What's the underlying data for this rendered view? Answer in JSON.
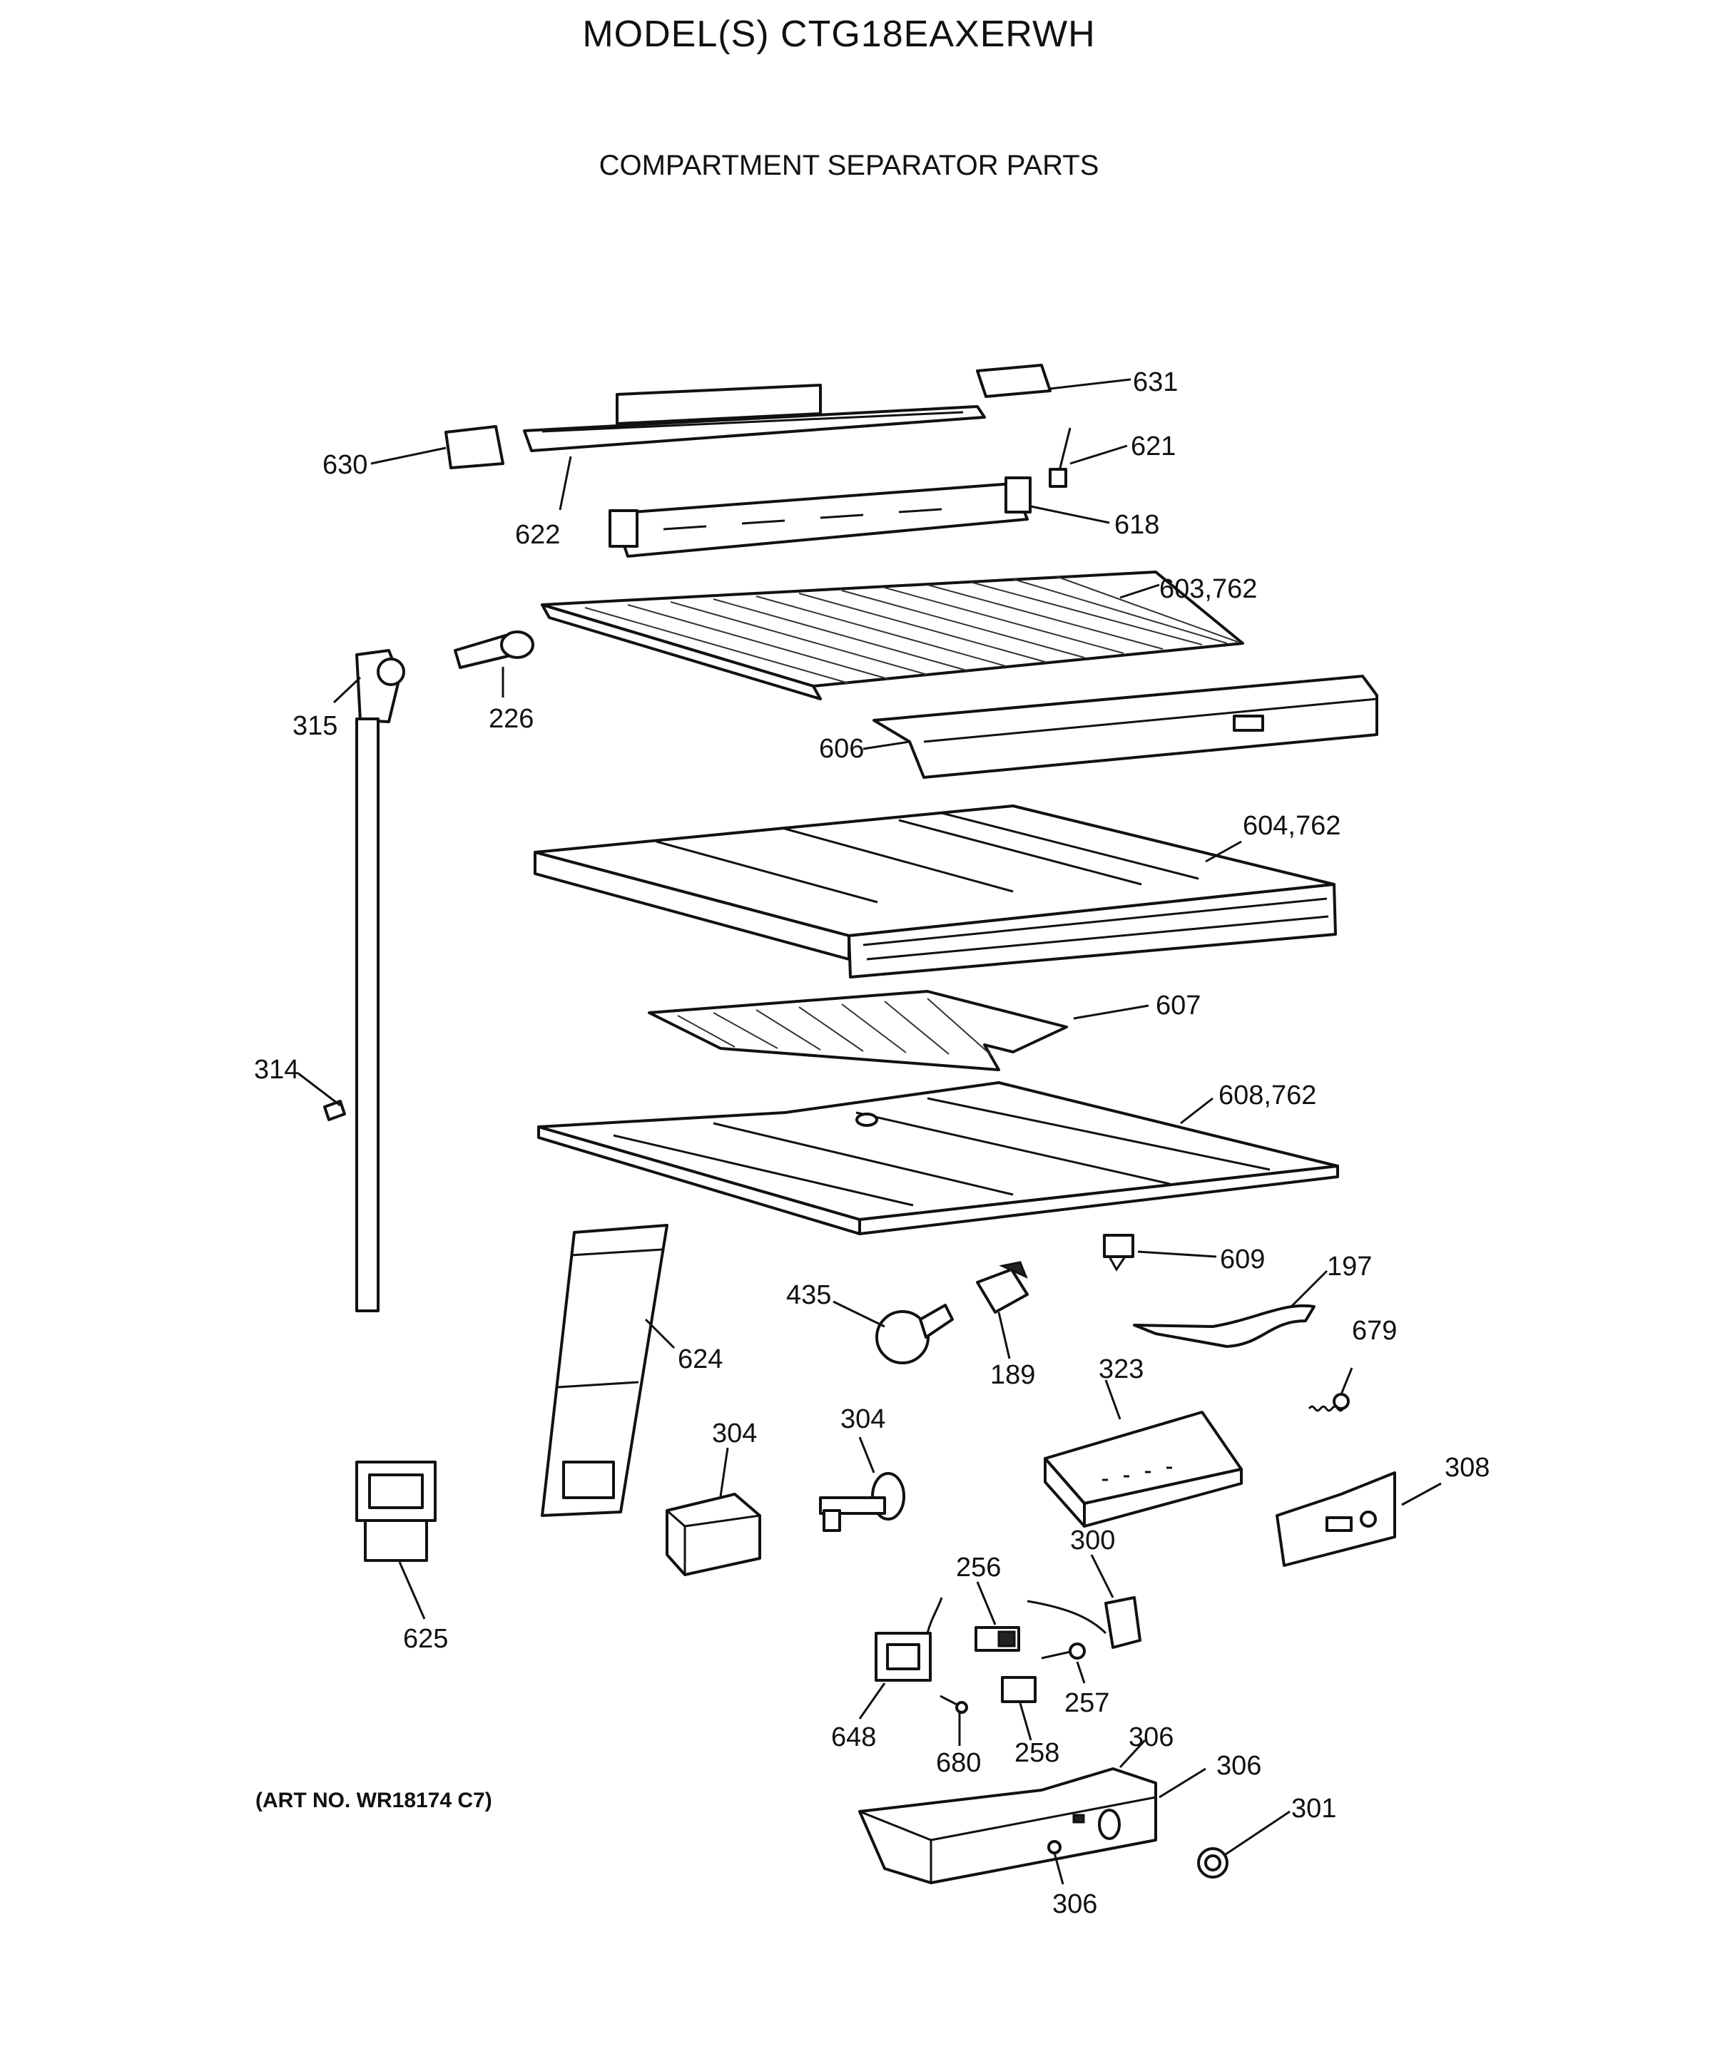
{
  "header": {
    "title": "MODEL(S) CTG18EAXERWH",
    "subtitle": "COMPARTMENT SEPARATOR PARTS"
  },
  "footer": {
    "art_number": "(ART NO. WR18174 C7)"
  },
  "callouts": [
    {
      "id": "c631",
      "label": "631"
    },
    {
      "id": "c621",
      "label": "621"
    },
    {
      "id": "c630",
      "label": "630"
    },
    {
      "id": "c622",
      "label": "622"
    },
    {
      "id": "c618",
      "label": "618"
    },
    {
      "id": "c603",
      "label": "603,762"
    },
    {
      "id": "c315",
      "label": "315"
    },
    {
      "id": "c226",
      "label": "226"
    },
    {
      "id": "c606",
      "label": "606"
    },
    {
      "id": "c604",
      "label": "604,762"
    },
    {
      "id": "c607",
      "label": "607"
    },
    {
      "id": "c314",
      "label": "314"
    },
    {
      "id": "c608",
      "label": "608,762"
    },
    {
      "id": "c609",
      "label": "609"
    },
    {
      "id": "c197",
      "label": "197"
    },
    {
      "id": "c435",
      "label": "435"
    },
    {
      "id": "c679",
      "label": "679"
    },
    {
      "id": "c624",
      "label": "624"
    },
    {
      "id": "c189",
      "label": "189"
    },
    {
      "id": "c323",
      "label": "323"
    },
    {
      "id": "c304a",
      "label": "304"
    },
    {
      "id": "c304b",
      "label": "304"
    },
    {
      "id": "c308",
      "label": "308"
    },
    {
      "id": "c300",
      "label": "300"
    },
    {
      "id": "c256",
      "label": "256"
    },
    {
      "id": "c625",
      "label": "625"
    },
    {
      "id": "c257",
      "label": "257"
    },
    {
      "id": "c648",
      "label": "648"
    },
    {
      "id": "c258",
      "label": "258"
    },
    {
      "id": "c306a",
      "label": "306"
    },
    {
      "id": "c680",
      "label": "680"
    },
    {
      "id": "c306b",
      "label": "306"
    },
    {
      "id": "c301",
      "label": "301"
    },
    {
      "id": "c306c",
      "label": "306"
    }
  ]
}
